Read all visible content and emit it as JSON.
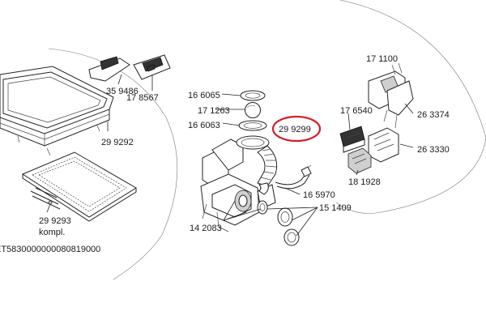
{
  "parts": {
    "p359486": "35 9486",
    "p178567": "17 8567",
    "p299292": "29 9292",
    "p299293": "29 9293",
    "p299293_note": "kompl.",
    "p166065": "16 6065",
    "p171263": "17 1263",
    "p166063": "16 6063",
    "p299299": "29 9299",
    "p176540": "17 6540",
    "p263374": "26 3374",
    "p263330": "26 3330",
    "p181928": "18 1928",
    "p165970": "16 5970",
    "p151409": "15 1409",
    "p142083": "14 2083",
    "p_partial_top": "17 1100"
  },
  "footer_code": "ET5830000000080819000",
  "highlight": {
    "color": "#d0202a"
  }
}
